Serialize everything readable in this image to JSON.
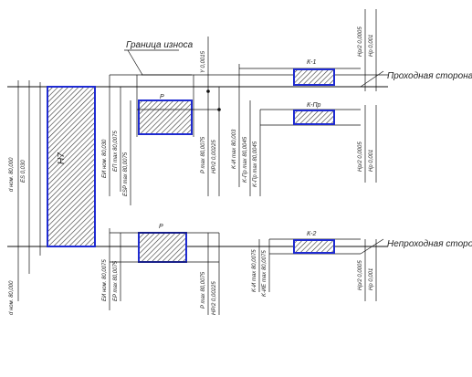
{
  "labels": {
    "tolerance_note": "Граница износа",
    "passing_side": "Проходная сторона",
    "non_passing_side": "Непроходная сторона",
    "field_h7": "H7",
    "field_r_upper": "Р",
    "field_r_lower": "Р",
    "field_k1": "К-1",
    "field_kp": "К-Пр",
    "field_k2": "К-2"
  },
  "dimensions": {
    "left_outer": "d ном. 80,000",
    "left_inner": "ES 0,030",
    "left_bottom": "d ном. 80,000",
    "upper_a": "EИ ном. 80,030",
    "upper_b": "EП max 80,0075",
    "upper_c": "ESP max 80,0075",
    "mid_1": "P max 80,0075",
    "mid_2": "HP/2 0,00225",
    "lower_a": "EИ ном. 80,0075",
    "lower_b": "EP max 80,0075",
    "lower_c": "P max 80,0075",
    "lower_d": "HP/2 0,00225",
    "k_upper_1": "K-И max 80,003",
    "k_upper_2": "K-Пр max 80,0045",
    "k_upper_3": "K-Пр max 80,0045",
    "k_lower_1": "K-И max 80,0075",
    "k_lower_2": "K-ИЕ max 80,0075",
    "right_top_1": "Hp/2 0,0005",
    "right_top_2": "Hp 0,001",
    "right_mid_1": "Hp/2 0,0005",
    "right_mid_2": "Hp 0,001",
    "right_low_1": "Hp/2 0,0005",
    "right_low_2": "Hp 0,001",
    "top_small": "Y 0,0015"
  },
  "colors": {
    "field_border": "#1f2bd1",
    "accent_line": "#2aa7a3",
    "lines": "#111111"
  }
}
